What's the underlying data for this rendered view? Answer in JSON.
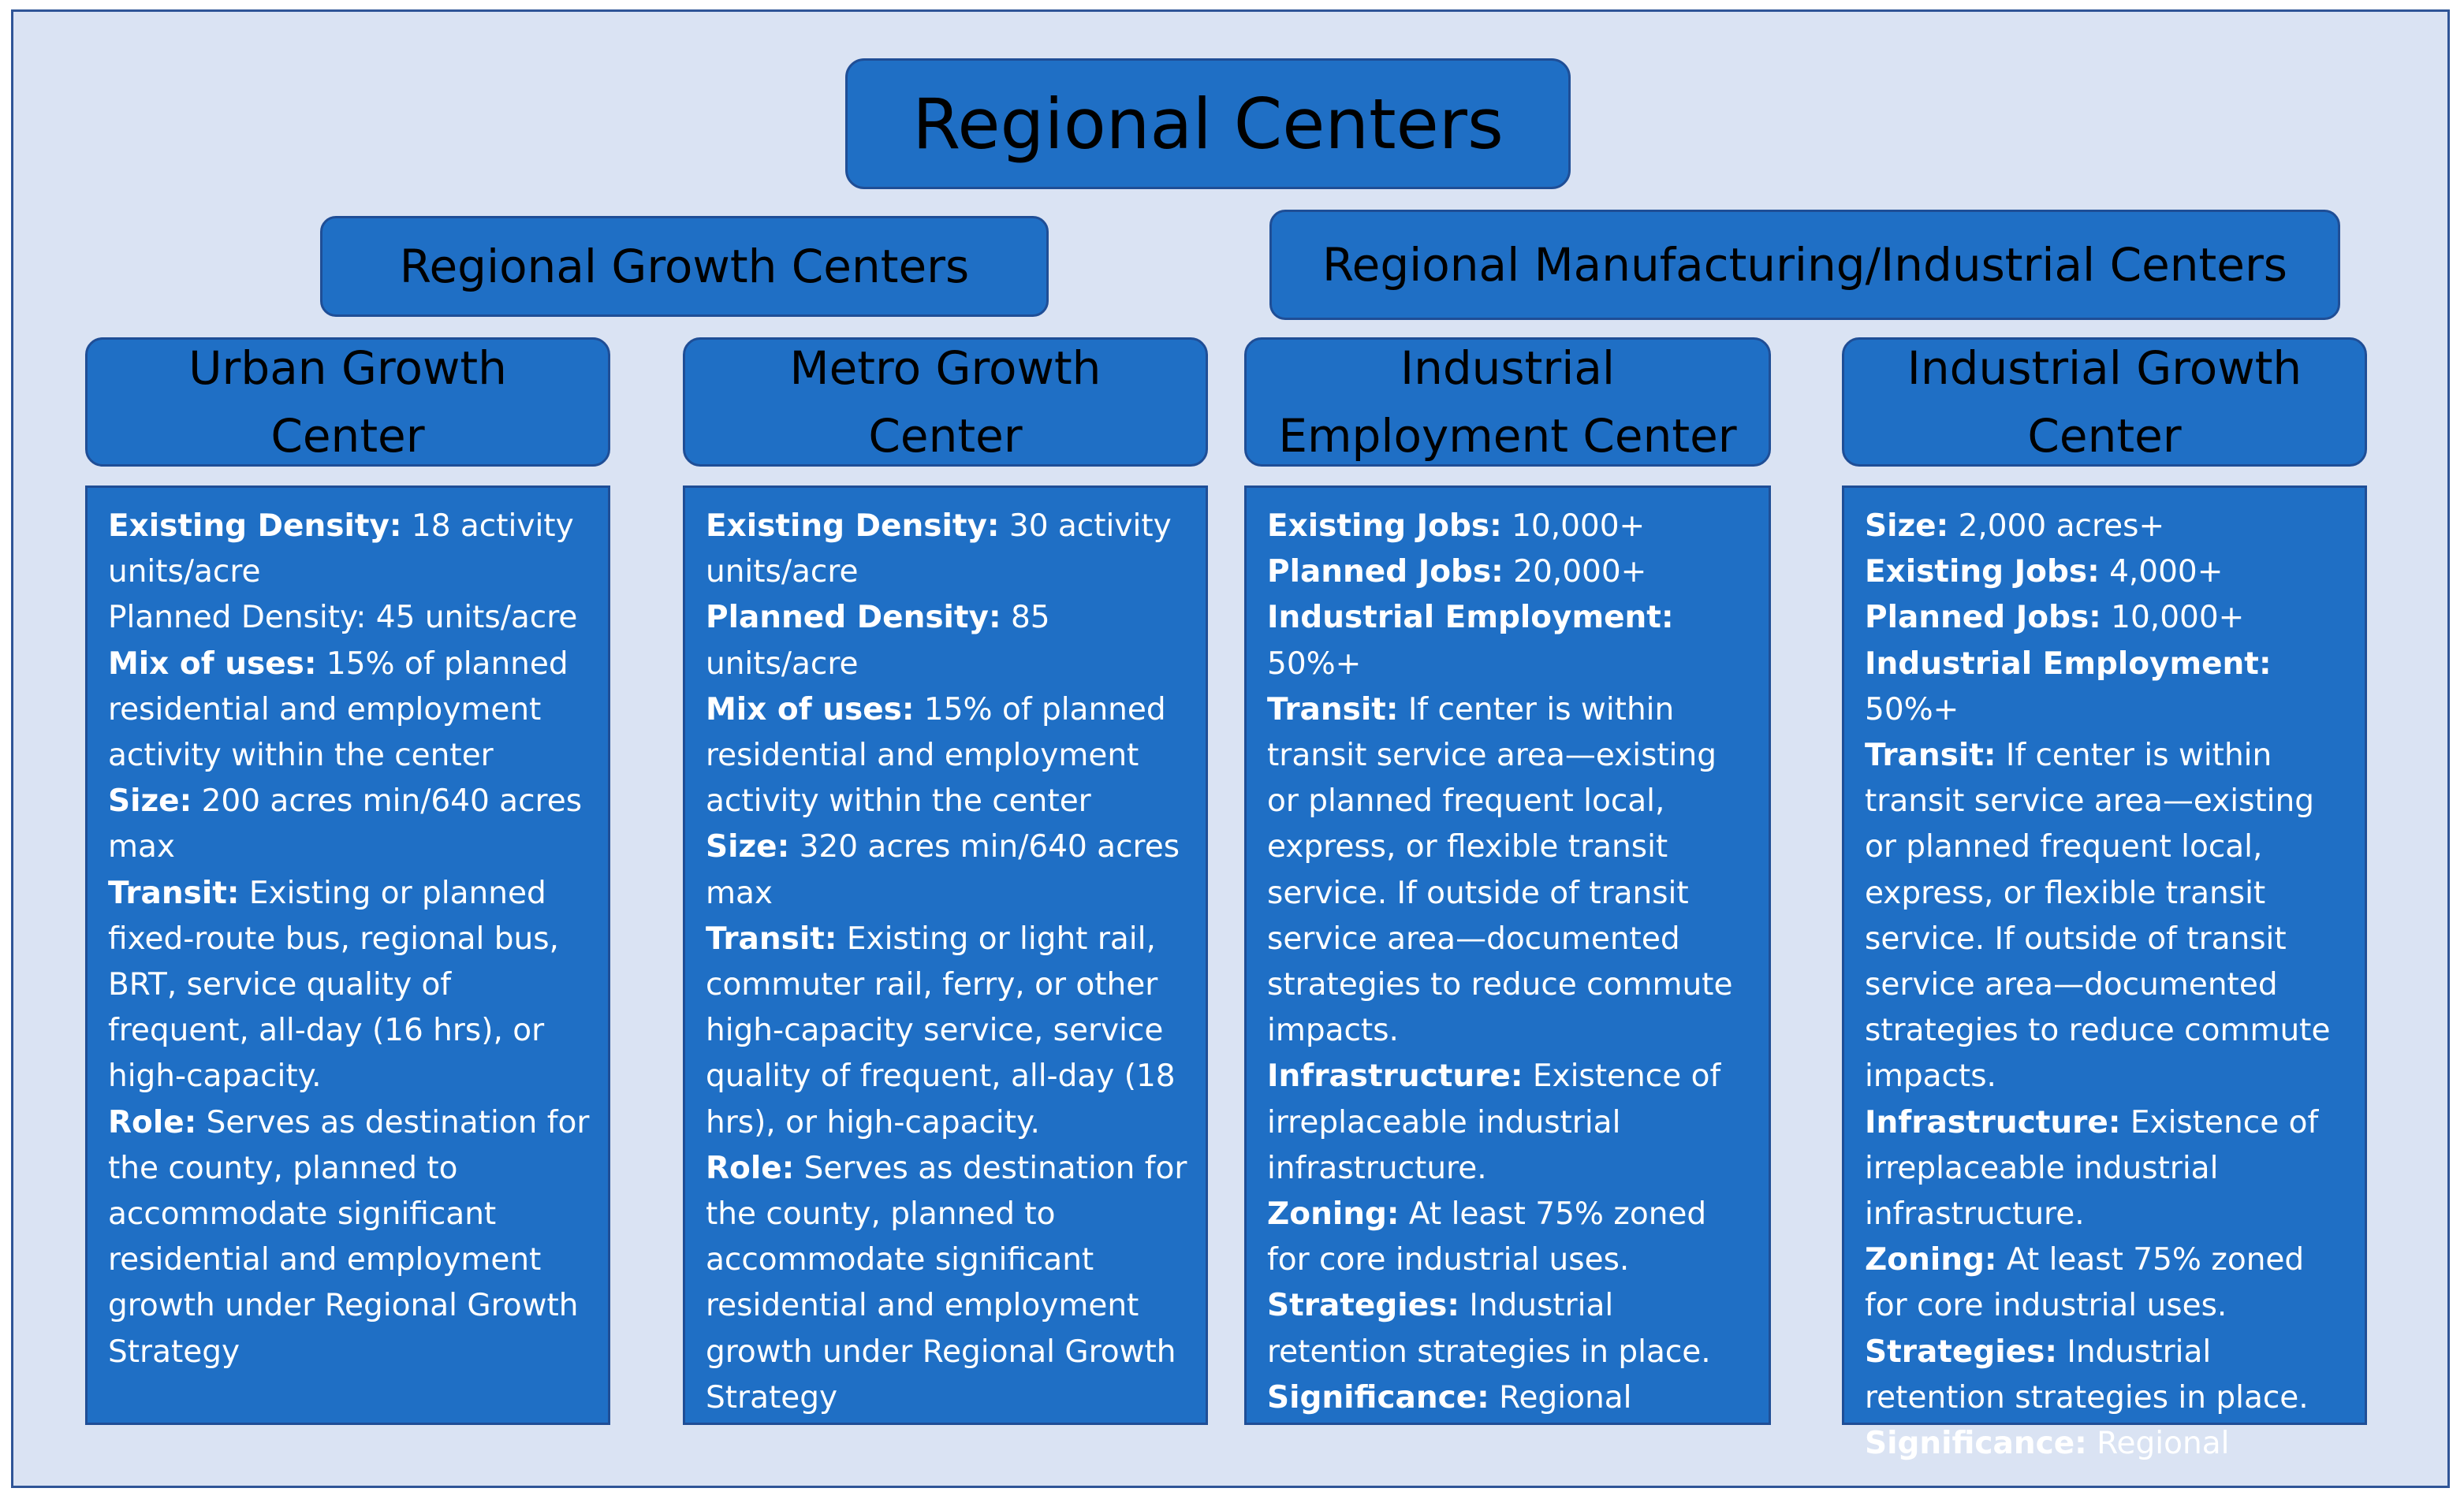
{
  "title": "Regional Centers",
  "groups": [
    {
      "label": "Regional Growth Centers"
    },
    {
      "label": "Regional Manufacturing/Industrial Centers"
    }
  ],
  "centers": [
    {
      "heading_line1": "Urban Growth",
      "heading_line2": "Center",
      "criteria": [
        {
          "term": "Existing Density:",
          "text": " 18 activity units/acre",
          "bold": true
        },
        {
          "term": "",
          "text": "Planned Density: 45 units/acre",
          "bold": false
        },
        {
          "term": "Mix of uses:",
          "text": " 15% of planned residential and employment activity within the center",
          "bold": true
        },
        {
          "term": "Size:",
          "text": " 200 acres min/640 acres max",
          "bold": true
        },
        {
          "term": "Transit:",
          "text": " Existing or planned fixed-route bus, regional bus, BRT, service quality of frequent, all-day (16 hrs), or high-capacity.",
          "bold": true
        },
        {
          "term": "Role:",
          "text": " Serves as destination for the county, planned to accommodate significant residential and employment growth under Regional Growth Strategy",
          "bold": true
        }
      ]
    },
    {
      "heading_line1": "Metro Growth",
      "heading_line2": "Center",
      "criteria": [
        {
          "term": "Existing Density:",
          "text": " 30 activity units/acre",
          "bold": true
        },
        {
          "term": "Planned Density:",
          "text": " 85 units/acre",
          "bold": true
        },
        {
          "term": "Mix of uses:",
          "text": " 15% of planned residential and employment activity within the center",
          "bold": true
        },
        {
          "term": "Size:",
          "text": " 320 acres min/640 acres max",
          "bold": true
        },
        {
          "term": "Transit:",
          "text": " Existing or light rail, commuter rail, ferry, or other high-capacity service, service quality of frequent, all-day (18 hrs), or high-capacity.",
          "bold": true
        },
        {
          "term": "Role:",
          "text": " Serves as destination for the county, planned to accommodate significant residential and employment growth under Regional Growth Strategy",
          "bold": true
        }
      ]
    },
    {
      "heading_line1": "Industrial",
      "heading_line2": "Employment Center",
      "criteria": [
        {
          "term": "Existing Jobs:",
          "text": " 10,000+",
          "bold": true
        },
        {
          "term": "Planned Jobs:",
          "text": " 20,000+",
          "bold": true
        },
        {
          "term": "Industrial Employment:",
          "text": " 50%+",
          "bold": true
        },
        {
          "term": "Transit:",
          "text": " If center is within transit service area—existing or planned frequent local, express, or flexible transit service. If outside of transit service area—documented strategies to reduce commute impacts.",
          "bold": true
        },
        {
          "term": "Infrastructure:",
          "text": " Existence of irreplaceable industrial infrastructure.",
          "bold": true
        },
        {
          "term": "Zoning:",
          "text": " At least 75% zoned for core industrial uses.",
          "bold": true
        },
        {
          "term": "Strategies:",
          "text": " Industrial retention strategies in place.",
          "bold": true
        },
        {
          "term": "Significance:",
          "text": " Regional",
          "bold": true
        }
      ]
    },
    {
      "heading_line1": "Industrial Growth",
      "heading_line2": "Center",
      "criteria": [
        {
          "term": "Size:",
          "text": " 2,000 acres+",
          "bold": true
        },
        {
          "term": "Existing Jobs:",
          "text": " 4,000+",
          "bold": true
        },
        {
          "term": "Planned Jobs:",
          "text": " 10,000+",
          "bold": true
        },
        {
          "term": "Industrial Employment:",
          "text": " 50%+",
          "bold": true
        },
        {
          "term": "Transit:",
          "text": " If center is within transit service area—existing or planned frequent local, express, or flexible transit service. If outside of transit service area—documented strategies to reduce commute impacts.",
          "bold": true
        },
        {
          "term": "Infrastructure:",
          "text": " Existence of irreplaceable industrial infrastructure.",
          "bold": true
        },
        {
          "term": "Zoning:",
          "text": " At least 75% zoned for core industrial uses.",
          "bold": true
        },
        {
          "term": "Strategies:",
          "text": " Industrial retention strategies in place.",
          "bold": true
        },
        {
          "term": "Significance:",
          "text": " Regional",
          "bold": true
        }
      ]
    }
  ],
  "colors": {
    "background": "#dae3f3",
    "box_fill": "#1f6fc5",
    "box_border": "#1f4e96",
    "frame_border": "#2f5597",
    "heading_text": "#000000",
    "body_text": "#ffffff"
  }
}
